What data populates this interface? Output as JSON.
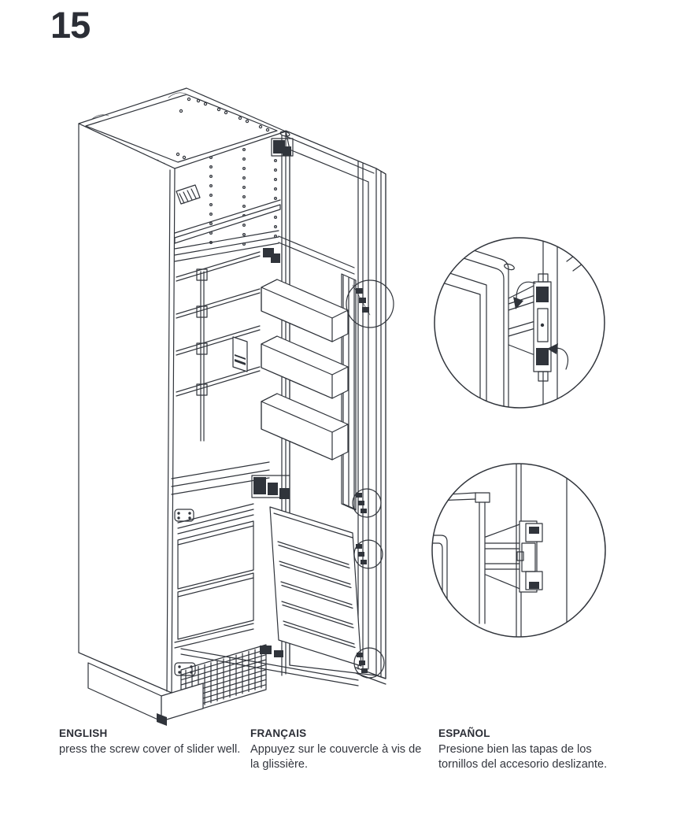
{
  "page": {
    "step_number": "15",
    "background": "#ffffff",
    "ink_color": "#30343b"
  },
  "instructions": [
    {
      "language": "ENGLISH",
      "text": "press the screw cover of slider well."
    },
    {
      "language": "FRANÇAIS",
      "text": "Appuyez sur le couvercle à vis de la glissière."
    },
    {
      "language": "ESPAÑOL",
      "text": "Presione bien las tapas de los tornillos del accesorio deslizante."
    }
  ]
}
